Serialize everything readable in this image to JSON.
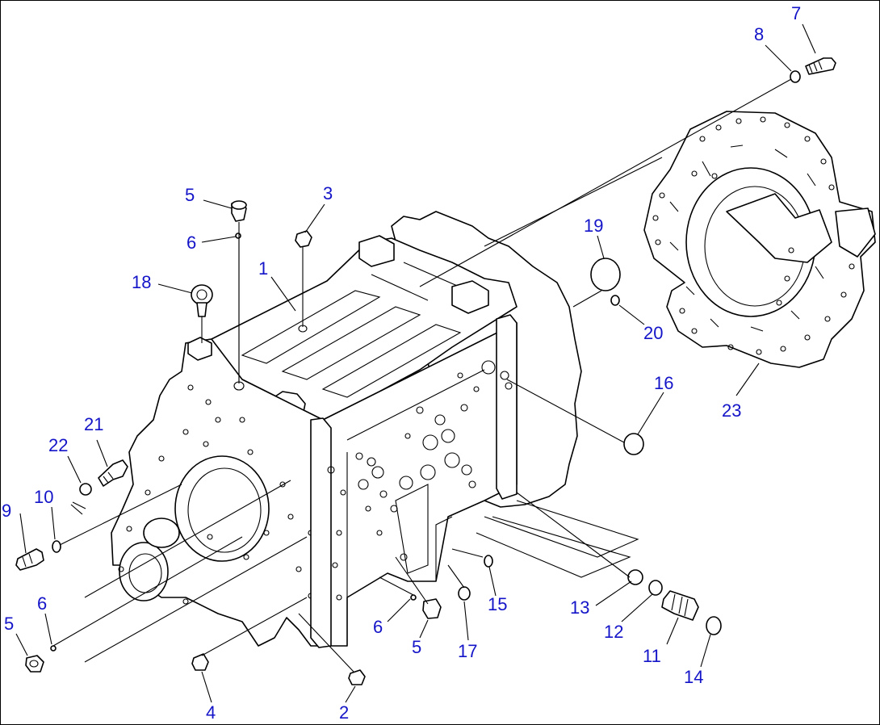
{
  "diagram": {
    "label_color": "#1414c8",
    "callouts": [
      {
        "id": "c7",
        "text": "7"
      },
      {
        "id": "c8",
        "text": "8"
      },
      {
        "id": "c5a",
        "text": "5"
      },
      {
        "id": "c3",
        "text": "3"
      },
      {
        "id": "c6a",
        "text": "6"
      },
      {
        "id": "c1",
        "text": "1"
      },
      {
        "id": "c18",
        "text": "18"
      },
      {
        "id": "c19",
        "text": "19"
      },
      {
        "id": "c20",
        "text": "20"
      },
      {
        "id": "c16",
        "text": "16"
      },
      {
        "id": "c23",
        "text": "23"
      },
      {
        "id": "c21",
        "text": "21"
      },
      {
        "id": "c22",
        "text": "22"
      },
      {
        "id": "c9",
        "text": "9"
      },
      {
        "id": "c10",
        "text": "10"
      },
      {
        "id": "c6b",
        "text": "6"
      },
      {
        "id": "c5b",
        "text": "5"
      },
      {
        "id": "c4",
        "text": "4"
      },
      {
        "id": "c2",
        "text": "2"
      },
      {
        "id": "c6c",
        "text": "6"
      },
      {
        "id": "c5c",
        "text": "5"
      },
      {
        "id": "c17",
        "text": "17"
      },
      {
        "id": "c15",
        "text": "15"
      },
      {
        "id": "c13",
        "text": "13"
      },
      {
        "id": "c12",
        "text": "12"
      },
      {
        "id": "c11",
        "text": "11"
      },
      {
        "id": "c14",
        "text": "14"
      }
    ]
  }
}
